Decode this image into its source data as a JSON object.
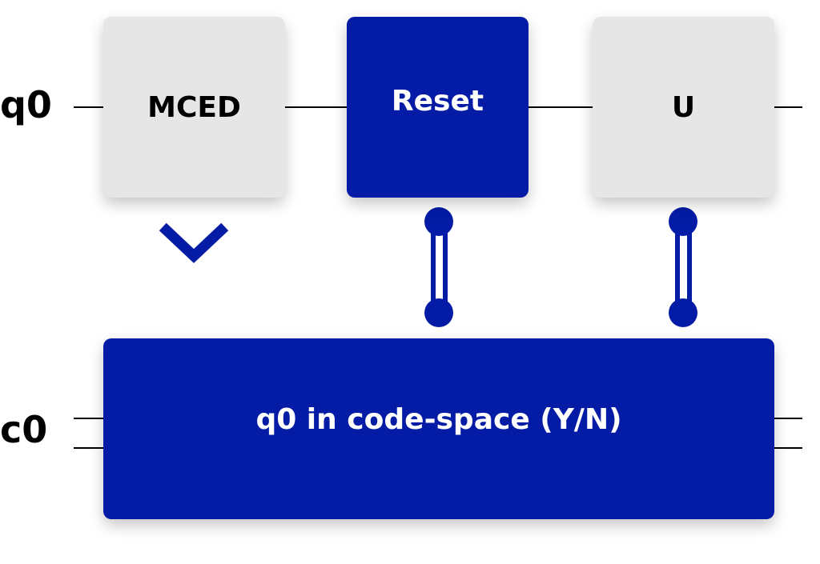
{
  "wires": {
    "qubit_label": "q0",
    "classical_label": "c0"
  },
  "gates": {
    "mced": "MCED",
    "reset": "Reset",
    "u": "U",
    "measurement": "q0 in code-space (Y/N)"
  },
  "colors": {
    "gate_dark": "#041ca5",
    "gate_light": "#e6e6e6",
    "wire": "#000000"
  },
  "icons": {
    "expand": "chevron-down-icon"
  }
}
